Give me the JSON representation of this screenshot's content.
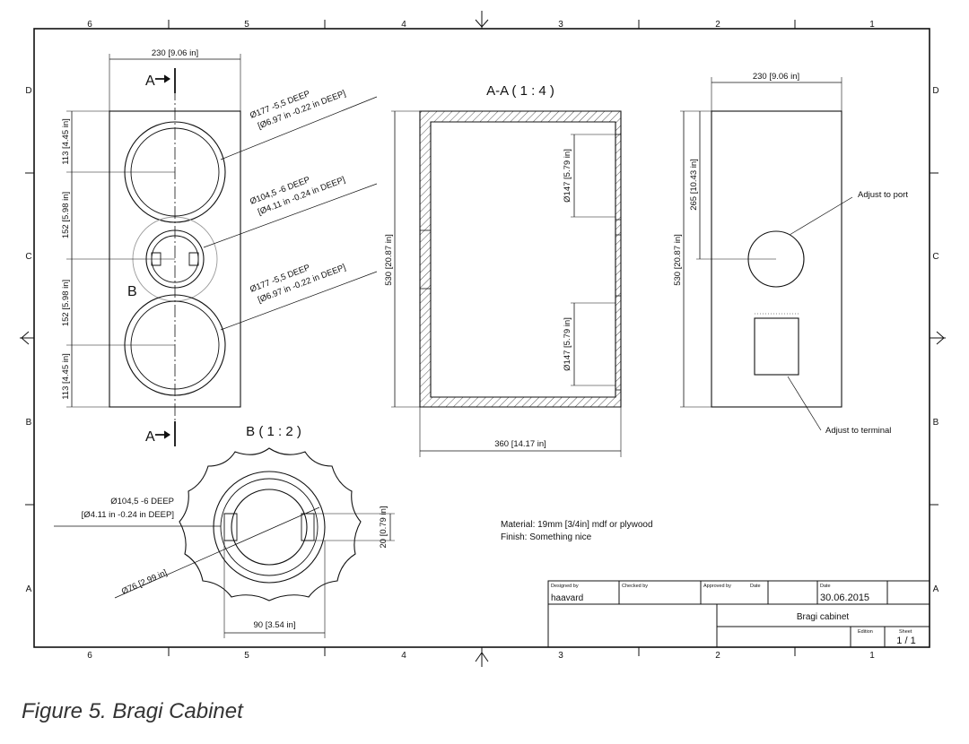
{
  "zone_columns": [
    "6",
    "5",
    "4",
    "3",
    "2",
    "1"
  ],
  "zone_rows": [
    "D",
    "C",
    "B",
    "A"
  ],
  "section_label": "A",
  "view_section": {
    "title": "A-A ( 1 : 4 )",
    "dim_height": "530 [20.87 in]",
    "dim_width": "360 [14.17 in]",
    "dim_port_top": "Ø147 [5.79 in]",
    "dim_port_bottom": "Ø147 [5.79 in]"
  },
  "view_front": {
    "dim_width": "230 [9.06 in]",
    "dim_top": "113 [4.45 in]",
    "dim_upper": "152 [5.98 in]",
    "dim_lower": "152 [5.98 in]",
    "dim_bottom": "113 [4.45 in]",
    "note_top_1": "Ø177 -5,5 DEEP",
    "note_top_2": "[Ø6.97 in -0.22 in DEEP]",
    "note_mid_1": "Ø104,5 -6 DEEP",
    "note_mid_2": "[Ø4.11 in -0.24 in DEEP]",
    "note_bot_1": "Ø177 -5,5 DEEP",
    "note_bot_2": "[Ø6.97 in -0.22 in DEEP]",
    "detail_callout": "B"
  },
  "view_side": {
    "dim_width": "230 [9.06 in]",
    "dim_port": "265 [10.43 in]",
    "dim_height": "530 [20.87 in]",
    "note_port": "Adjust to port",
    "note_terminal": "Adjust to terminal"
  },
  "view_detail": {
    "title": "B ( 1 : 2 )",
    "note_1": "Ø104,5 -6 DEEP",
    "note_2": "[Ø4.11 in -0.24 in DEEP]",
    "dim_slot": "20 [0.79 in]",
    "dim_inner": "Ø76 [2.99 in]",
    "dim_width": "90 [3.54 in]"
  },
  "notes": {
    "material": "Material:  19mm [3/4in] mdf or plywood",
    "finish": "Finish: Something nice"
  },
  "title_block": {
    "designed_by_label": "Designed by",
    "designed_by": "haavard",
    "checked_by_label": "Checked by",
    "approved_by_label": "Approved by",
    "date_label": "Date",
    "date_label_2": "Date",
    "date": "30.06.2015",
    "title": "Bragi cabinet",
    "edition_label": "Edition",
    "sheet_label": "Sheet",
    "sheet": "1 / 1"
  },
  "caption": "Figure 5. Bragi Cabinet"
}
